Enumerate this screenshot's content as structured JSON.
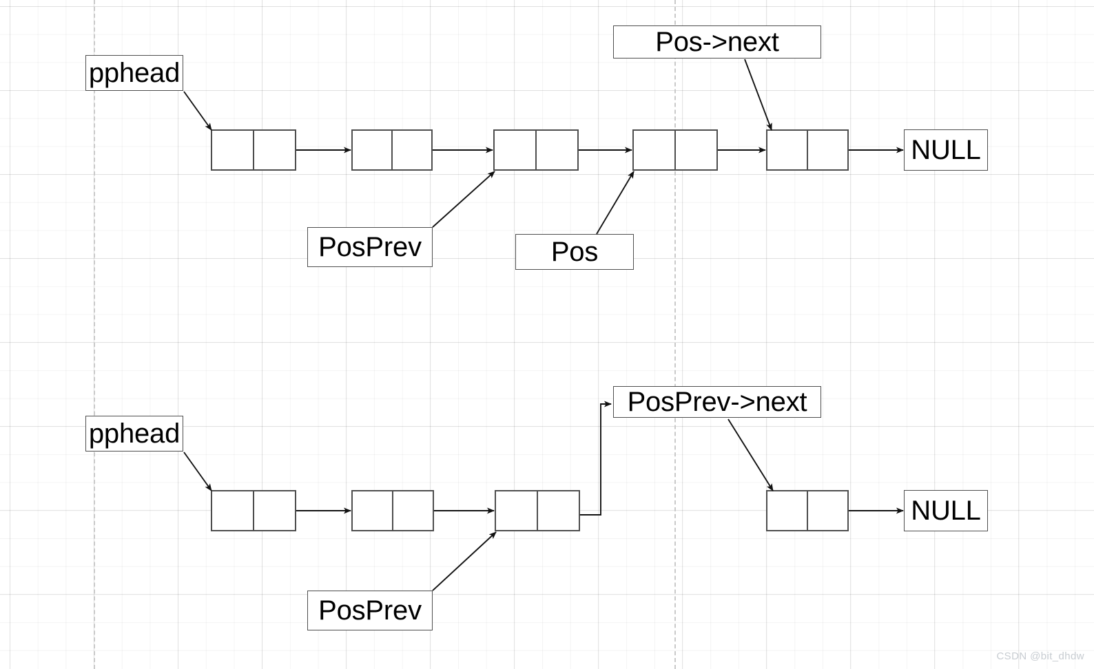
{
  "diagram": {
    "title": "Singly linked list erase illustration",
    "background_color": "#ffffff",
    "line_color": "#4d4d4d",
    "text_color": "#000000",
    "watermark": "CSDN @bit_dhdw",
    "page_break_guides": [
      136,
      979
    ]
  },
  "top": {
    "pphead_label": "pphead",
    "posprev_label": "PosPrev",
    "pos_label": "Pos",
    "pos_next_label": "Pos->next",
    "null_label": "NULL",
    "node_count": 5
  },
  "bottom": {
    "pphead_label": "pphead",
    "posprev_label": "PosPrev",
    "posprev_next_label": "PosPrev->next",
    "null_label": "NULL",
    "node_count": 4
  }
}
